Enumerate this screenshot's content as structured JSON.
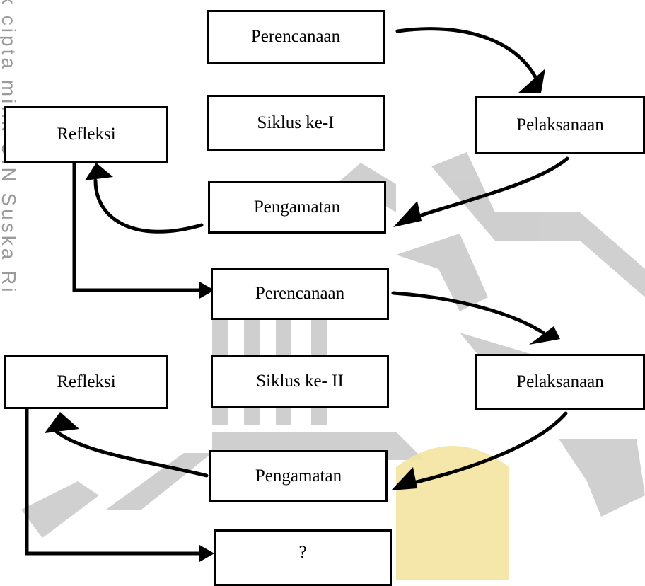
{
  "watermark": {
    "vertical_text": "k cipta milik UIN Suska Ri",
    "colors": {
      "grey": "#a9a9a9",
      "gold": "#f3e4a0"
    }
  },
  "cycle1": {
    "planning": "Perencanaan",
    "cycle_label": "Siklus ke-I",
    "action": "Pelaksanaan",
    "reflection": "Refleksi",
    "observation": "Pengamatan"
  },
  "cycle2": {
    "planning": "Perencanaan",
    "cycle_label": "Siklus ke- II",
    "action": "Pelaksanaan",
    "reflection": "Refleksi",
    "observation": "Pengamatan"
  },
  "next_step": "?"
}
